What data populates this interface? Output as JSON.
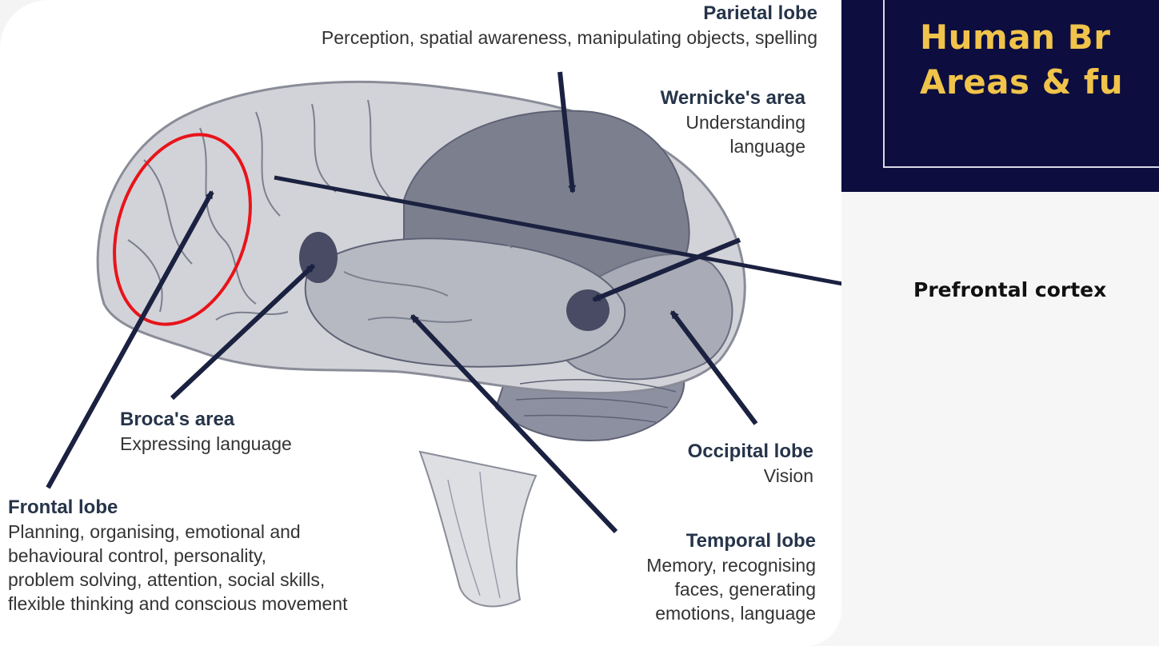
{
  "title": {
    "line1": "Human Br",
    "line2": "Areas & fu"
  },
  "highlight_label": "Prefrontal cortex",
  "labels": {
    "parietal": {
      "name": "Parietal lobe",
      "desc": "Perception, spatial awareness, manipulating objects, spelling"
    },
    "wernicke": {
      "name": "Wernicke's area",
      "desc1": "Understanding",
      "desc2": "language"
    },
    "broca": {
      "name": "Broca's area",
      "desc": "Expressing language"
    },
    "occipital": {
      "name": "Occipital lobe",
      "desc": "Vision"
    },
    "frontal": {
      "name": "Frontal lobe",
      "desc1": "Planning, organising, emotional and",
      "desc2": "behavioural control, personality,",
      "desc3": "problem solving, attention, social skills,",
      "desc4": "flexible thinking and conscious movement"
    },
    "temporal": {
      "name": "Temporal lobe",
      "desc1": "Memory, recognising",
      "desc2": "faces, generating",
      "desc3": "emotions, language"
    }
  },
  "colors": {
    "background_dark": "#0d0d3f",
    "title_gold": "#f0c34a",
    "arrow_navy": "#1b2140",
    "highlight_red": "#e8141b",
    "brain_light": "#d2d3d8",
    "brain_dark": "#7c7f8e",
    "brain_darker": "#484b63"
  }
}
